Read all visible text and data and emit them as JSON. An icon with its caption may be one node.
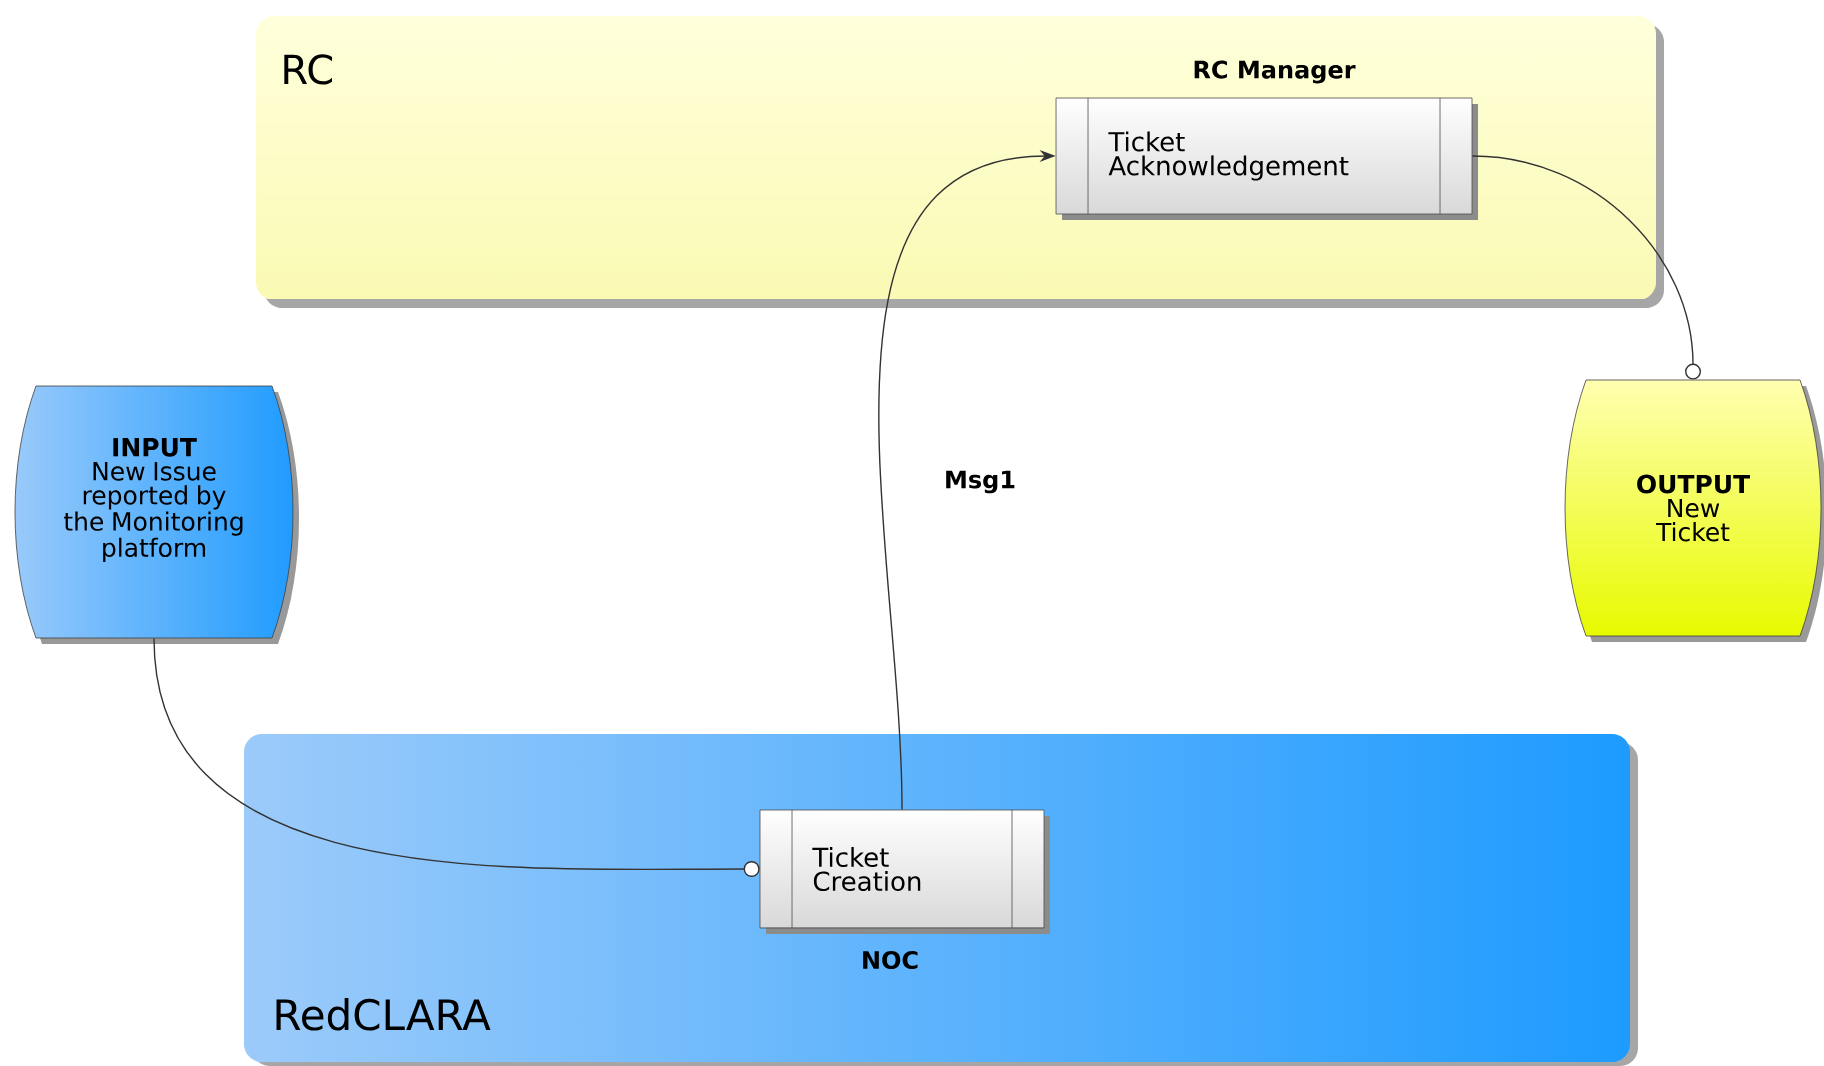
{
  "diagram": {
    "nodes": [
      {
        "text": [
          "RC"
        ]
      },
      {
        "text": [
          "Ticket Acknowledgement"
        ],
        "in": 0,
        "beside": [
          "RC Manager"
        ]
      },
      {
        "text": [
          "INPUT",
          "New Issue reported by the Monitoring platform"
        ]
      },
      {
        "text": [
          "OUTPUT",
          "New Ticket"
        ]
      },
      {
        "text": [
          "RedCLARA"
        ]
      },
      {
        "text": [
          "Ticket Creation"
        ],
        "in": 4,
        "beside": [
          "NOC"
        ]
      }
    ],
    "edges": [
      {
        "from": 2,
        "to": 5,
        "arrow": "other"
      },
      {
        "from": 5,
        "to": 1,
        "arrow": "to",
        "label": "Msg1"
      },
      {
        "from": 1,
        "to": 3,
        "arrow": "other"
      }
    ]
  }
}
